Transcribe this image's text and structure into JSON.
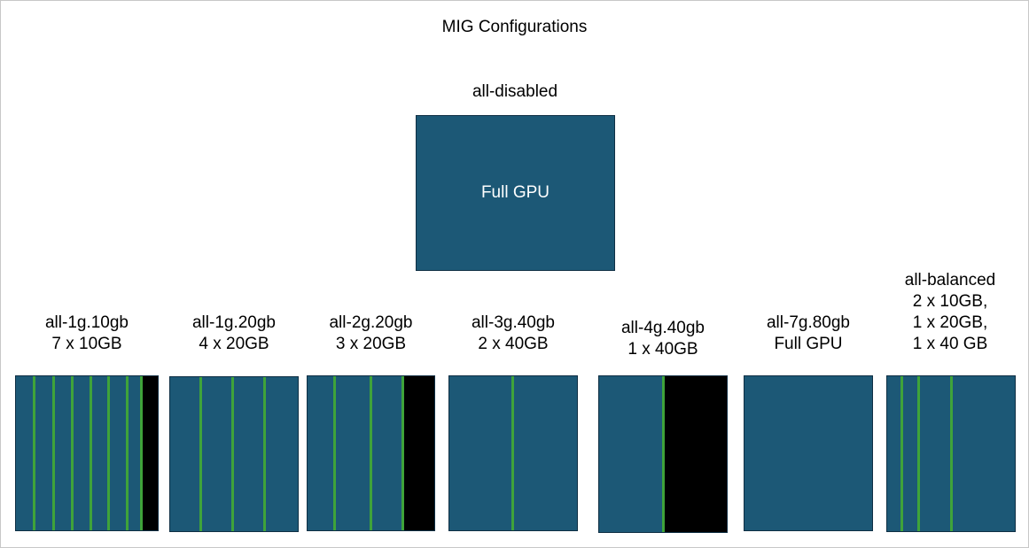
{
  "title": "MIG Configurations",
  "top": {
    "label": "all-disabled",
    "box_text": "Full GPU"
  },
  "configs": [
    {
      "name": "all-1g.10gb",
      "detail": [
        "7 x 10GB"
      ]
    },
    {
      "name": "all-1g.20gb",
      "detail": [
        "4 x 20GB"
      ]
    },
    {
      "name": "all-2g.20gb",
      "detail": [
        "3 x 20GB"
      ]
    },
    {
      "name": "all-3g.40gb",
      "detail": [
        "2 x 40GB"
      ]
    },
    {
      "name": "all-4g.40gb",
      "detail": [
        "1 x 40GB"
      ]
    },
    {
      "name": "all-7g.80gb",
      "detail": [
        "Full GPU"
      ]
    },
    {
      "name": "all-balanced",
      "detail": [
        "2 x 10GB,",
        "1 x 20GB,",
        "1 x 40 GB"
      ]
    }
  ],
  "colors": {
    "gpu_fill": "#1c5876",
    "gpu_border": "#0f2f44",
    "partition_divider": "#3fa33a",
    "unused_memory": "#000000"
  }
}
